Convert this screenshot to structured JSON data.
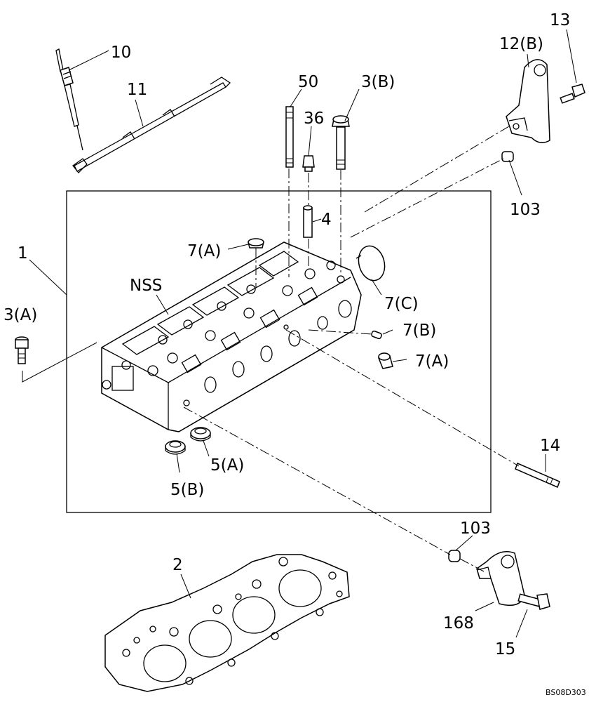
{
  "labels": {
    "l1": "1",
    "l2": "2",
    "l3a": "3(A)",
    "l3b": "3(B)",
    "l4": "4",
    "l5a": "5(A)",
    "l5b": "5(B)",
    "l7a_top": "7(A)",
    "l7a_right": "7(A)",
    "l7b": "7(B)",
    "l7c": "7(C)",
    "l10": "10",
    "l11": "11",
    "l12b": "12(B)",
    "l13": "13",
    "l14": "14",
    "l15": "15",
    "l36": "36",
    "l50": "50",
    "l103_top": "103",
    "l103_bottom": "103",
    "l168": "168",
    "nss": "NSS"
  },
  "drawing_code": "BS08D303"
}
